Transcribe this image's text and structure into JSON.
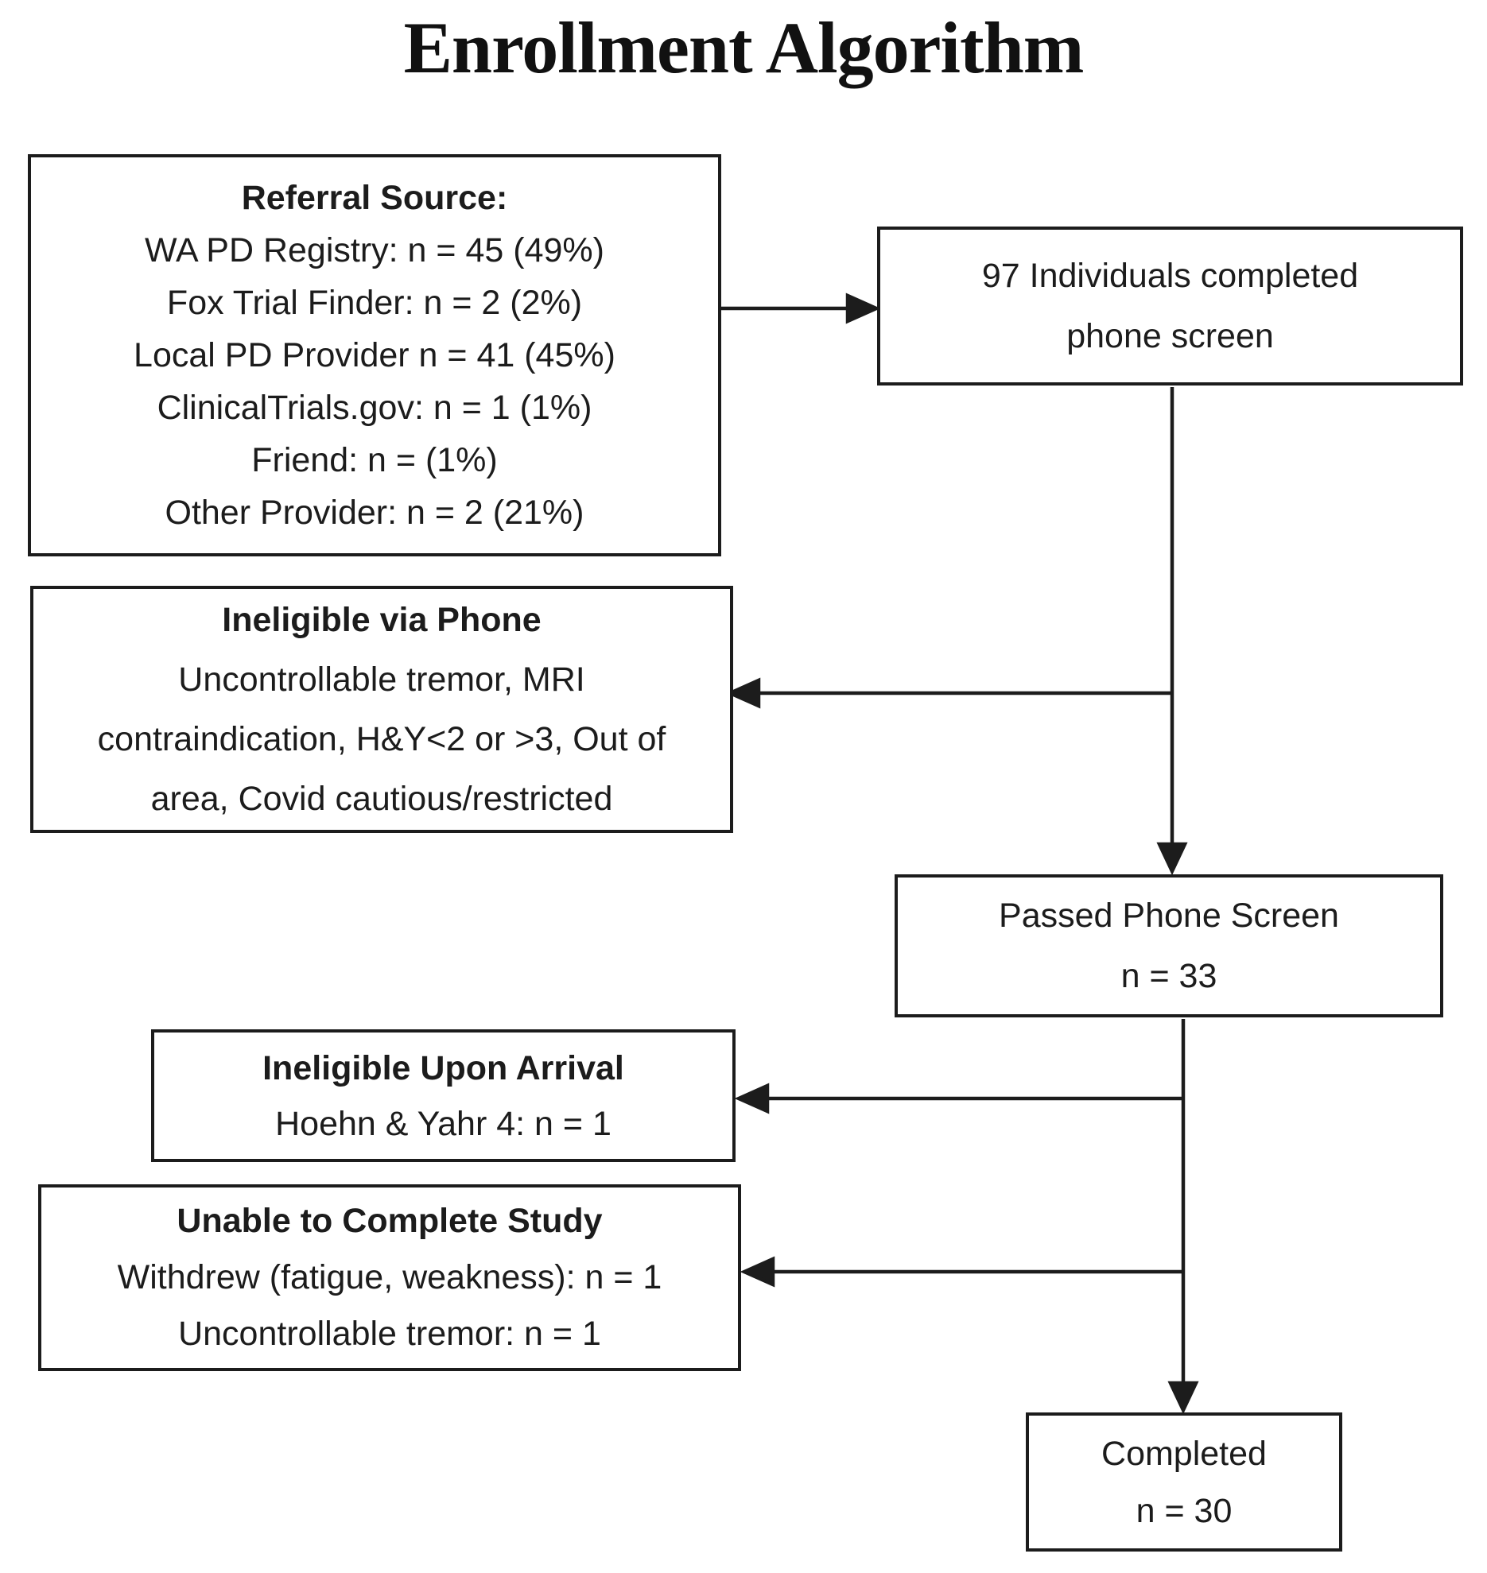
{
  "title": "Enrollment Algorithm",
  "colors": {
    "ink": "#1c1c1c",
    "background": "#ffffff"
  },
  "boxes": {
    "referral_source": {
      "header": "Referral Source:",
      "lines": [
        "WA PD Registry: n = 45 (49%)",
        "Fox Trial Finder: n = 2 (2%)",
        "Local PD Provider n = 41 (45%)",
        "ClinicalTrials.gov: n = 1 (1%)",
        "Friend: n = (1%)",
        "Other Provider: n = 2 (21%)"
      ]
    },
    "phone_screen_completed": {
      "lines": [
        "97 Individuals completed",
        "phone screen"
      ]
    },
    "ineligible_via_phone": {
      "header": "Ineligible via Phone",
      "lines": [
        "Uncontrollable tremor, MRI",
        "contraindication, H&Y<2 or >3, Out of",
        "area, Covid cautious/restricted"
      ]
    },
    "passed_phone_screen": {
      "lines": [
        "Passed Phone Screen",
        "n = 33"
      ]
    },
    "ineligible_upon_arrival": {
      "header": "Ineligible Upon Arrival",
      "lines": [
        "Hoehn & Yahr 4: n = 1"
      ]
    },
    "unable_to_complete_study": {
      "header": "Unable to Complete Study",
      "lines": [
        "Withdrew (fatigue, weakness): n = 1",
        "Uncontrollable tremor: n = 1"
      ]
    },
    "completed": {
      "lines": [
        "Completed",
        "n = 30"
      ]
    }
  },
  "edges": [
    {
      "from": "referral_source",
      "to": "phone_screen_completed"
    },
    {
      "from": "phone_screen_completed",
      "to": "ineligible_via_phone"
    },
    {
      "from": "phone_screen_completed",
      "to": "passed_phone_screen"
    },
    {
      "from": "passed_phone_screen",
      "to": "ineligible_upon_arrival"
    },
    {
      "from": "passed_phone_screen",
      "to": "unable_to_complete_study"
    },
    {
      "from": "passed_phone_screen",
      "to": "completed"
    }
  ]
}
